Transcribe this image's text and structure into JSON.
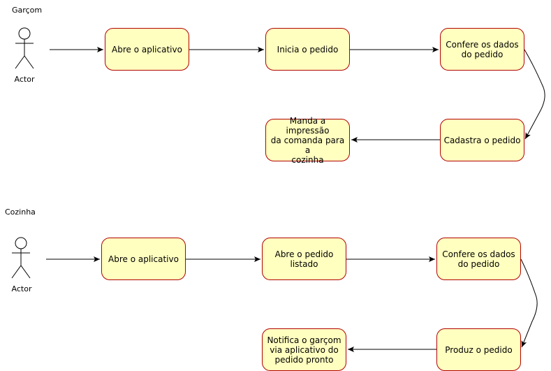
{
  "lanes": [
    {
      "title": "Garçom",
      "actor": "Actor",
      "nodes": [
        "Abre o aplicativo",
        "Inicia o pedido",
        "Confere os dados\ndo pedido",
        "Cadastra o pedido",
        "Manda a impressão\nda comanda para a\ncozinha"
      ]
    },
    {
      "title": "Cozinha",
      "actor": "Actor",
      "nodes": [
        "Abre o aplicativo",
        "Abre o pedido\nlistado",
        "Confere os dados\ndo pedido",
        "Produz o pedido",
        "Notifica o garçom\nvia aplicativo do\npedido pronto"
      ]
    }
  ],
  "colors": {
    "node_fill": "#ffffc0",
    "node_stroke": "#b20000",
    "edge": "#000000"
  }
}
